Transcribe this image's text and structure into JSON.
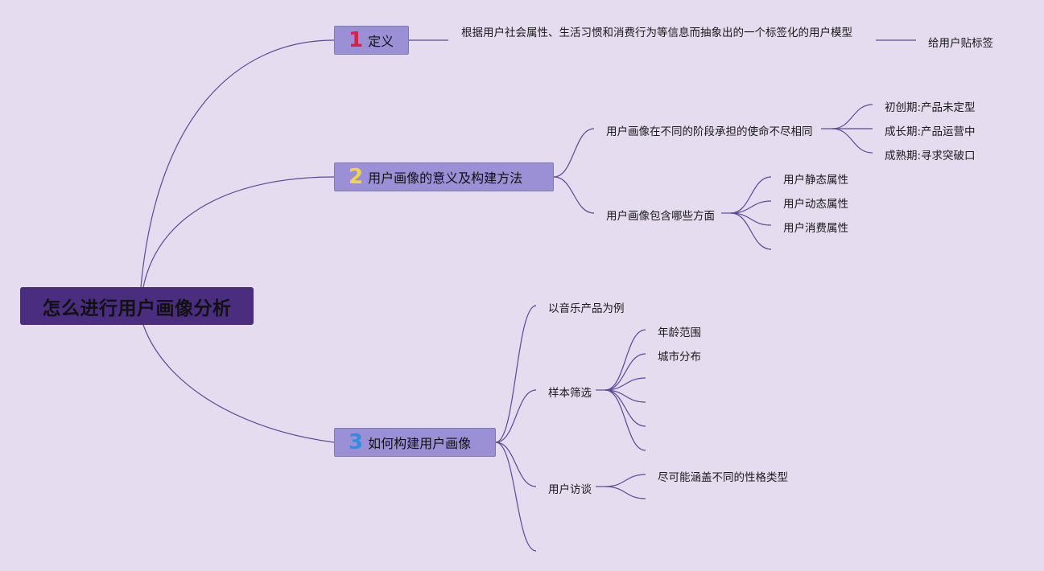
{
  "root": {
    "title": "怎么进行用户画像分析"
  },
  "branches": [
    {
      "num": "1",
      "num_color": "#d6204a",
      "title": "定义",
      "definition": "根据用户社会属性、生活习惯和消费行为等信息而抽象出的一个标签化的用户模型",
      "definition_child": "给用户贴标签"
    },
    {
      "num": "2",
      "num_color": "#f3d34a",
      "title": "用户画像的意义及构建方法",
      "sub": [
        {
          "label": "用户画像在不同的阶段承担的使命不尽相同",
          "children": [
            "初创期:产品未定型",
            "成长期:产品运营中",
            "成熟期:寻求突破口"
          ]
        },
        {
          "label": "用户画像包含哪些方面",
          "children": [
            "用户静态属性",
            "用户动态属性",
            "用户消费属性",
            ""
          ]
        }
      ]
    },
    {
      "num": "3",
      "num_color": "#2d8fe0",
      "title": "如何构建用户画像",
      "sub": [
        {
          "label": "以音乐产品为例",
          "children": []
        },
        {
          "label": "样本筛选",
          "children": [
            "年龄范围",
            "城市分布",
            "",
            "",
            "",
            ""
          ]
        },
        {
          "label": "用户访谈",
          "children": [
            "尽可能涵盖不同的性格类型",
            ""
          ]
        },
        {
          "label": "",
          "children": []
        }
      ]
    }
  ],
  "colors": {
    "line": "#5b4a96",
    "background": "#e6dcef",
    "root_fill": "#4a2d7f",
    "topic_fill": "#9b8fd6"
  }
}
